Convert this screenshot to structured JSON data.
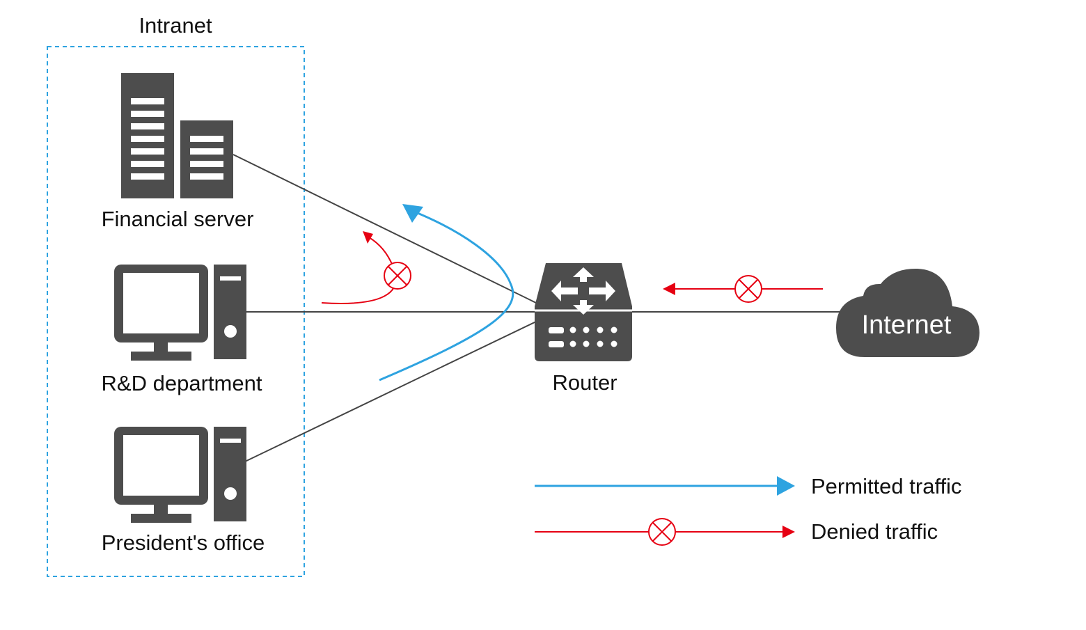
{
  "intranet": {
    "title": "Intranet"
  },
  "nodes": {
    "financial_server": "Financial server",
    "rd_department": "R&D department",
    "presidents_office": "President's office",
    "router": "Router",
    "internet": "Internet"
  },
  "legend": {
    "permitted": "Permitted traffic",
    "denied": "Denied traffic"
  },
  "colors": {
    "device": "#4d4d4d",
    "link": "#444444",
    "permitted": "#2ea3e0",
    "denied": "#e60012",
    "intranet_border": "#2ea3e0"
  }
}
